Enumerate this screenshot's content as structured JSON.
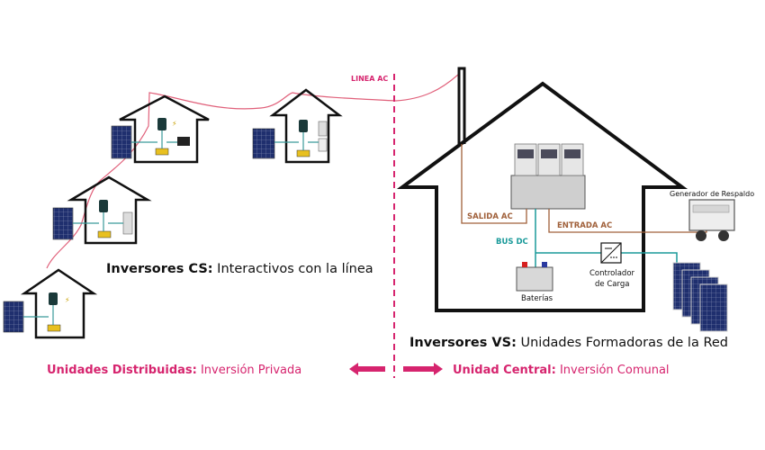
{
  "labels": {
    "linea_ac": "LINEA AC",
    "salida_ac": "SALIDA AC",
    "entrada_ac": "ENTRADA AC",
    "bus_dc": "BUS DC",
    "generador": "Generador de Respaldo",
    "controlador_1": "Controlador",
    "controlador_2": "de Carga",
    "baterias": "Baterías"
  },
  "cs": {
    "title_bold": "Inversores CS:",
    "title_rest": " Interactivos con la línea"
  },
  "vs": {
    "title_bold": "Inversores VS:",
    "title_rest": " Unidades Formadoras de la Red"
  },
  "distribuidas": {
    "bold": "Unidades Distribuidas:",
    "rest": " Inversión Privada"
  },
  "central": {
    "bold": "Unidad Central:",
    "rest": " Inversión Comunal"
  },
  "colors": {
    "magenta": "#d6246e",
    "brown": "#a0603a",
    "teal": "#1a9a9a",
    "line_pink": "#e0607a",
    "black": "#111111"
  }
}
